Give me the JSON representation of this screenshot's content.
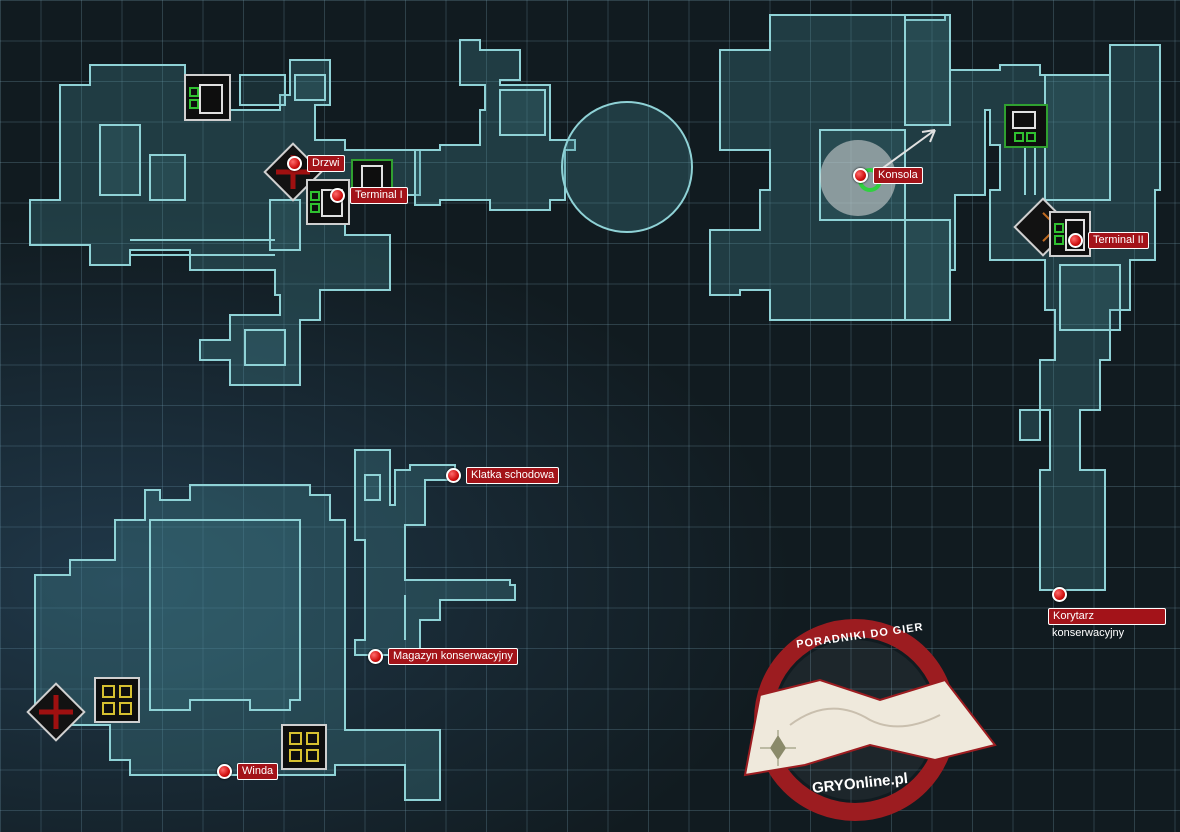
{
  "map": {
    "markers": {
      "drzwi": "Drzwi",
      "terminal_1": "Terminal I",
      "konsola": "Konsola",
      "terminal_2": "Terminal II",
      "klatka": "Klatka schodowa",
      "magazyn": "Magazyn konserwacyjny",
      "winda": "Winda",
      "korytarz_1": "Korytarz",
      "korytarz_2": "konserwacyjny"
    },
    "colors": {
      "background": "#111b20",
      "room_outline": "#8fd2d6",
      "marker_red": "#a31319"
    }
  },
  "watermark": {
    "top_text": "PORADNIKI DO GIER",
    "bottom_text": "GRYOnline.pl"
  }
}
